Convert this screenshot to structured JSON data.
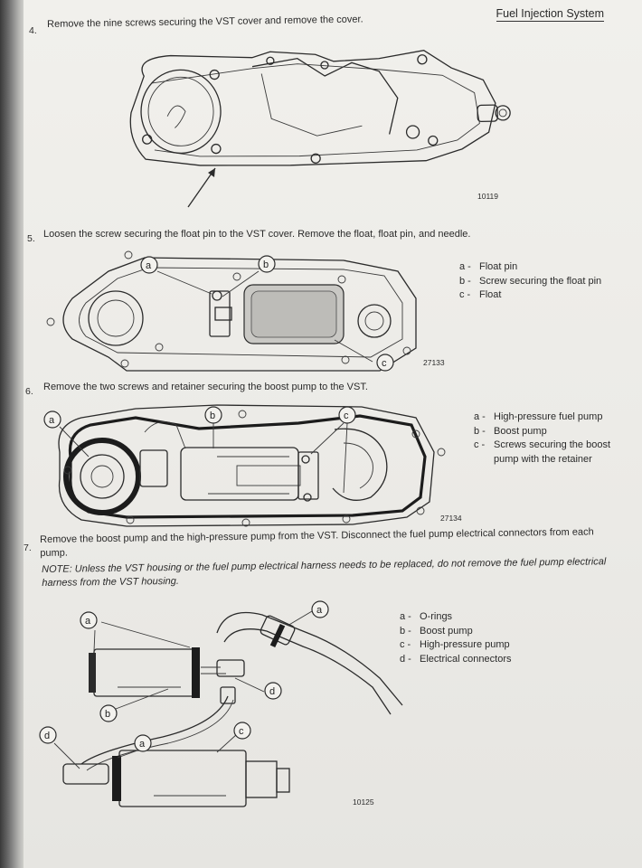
{
  "header": {
    "title": "Fuel Injection System"
  },
  "steps": [
    {
      "number": "4.",
      "text": "Remove the nine screws securing the VST cover and remove the cover."
    },
    {
      "number": "5.",
      "text": "Loosen the screw securing the float pin to the VST cover. Remove the float, float pin, and needle."
    },
    {
      "number": "6.",
      "text": "Remove the two screws and retainer securing the boost pump to the VST."
    },
    {
      "number": "7.",
      "text": "Remove the boost pump and the high-pressure pump from the VST. Disconnect the fuel pump electrical connectors from each pump.",
      "note": "NOTE: Unless the VST housing or the fuel pump electrical harness needs to be replaced, do not remove the fuel pump electrical harness from the VST housing."
    }
  ],
  "figures": [
    {
      "id": "10119",
      "legend": []
    },
    {
      "id": "27133",
      "legend": [
        {
          "key": "a -",
          "label": "Float pin"
        },
        {
          "key": "b -",
          "label": "Screw securing the float pin"
        },
        {
          "key": "c -",
          "label": "Float"
        }
      ]
    },
    {
      "id": "27134",
      "legend": [
        {
          "key": "a -",
          "label": "High-pressure fuel pump"
        },
        {
          "key": "b -",
          "label": "Boost pump"
        },
        {
          "key": "c -",
          "label": "Screws securing the boost pump with the retainer"
        }
      ]
    },
    {
      "id": "10125",
      "legend": [
        {
          "key": "a -",
          "label": "O-rings"
        },
        {
          "key": "b -",
          "label": "Boost pump"
        },
        {
          "key": "c -",
          "label": "High-pressure pump"
        },
        {
          "key": "d -",
          "label": "Electrical connectors"
        }
      ]
    }
  ],
  "callouts": {
    "a": "a",
    "b": "b",
    "c": "c",
    "d": "d"
  }
}
